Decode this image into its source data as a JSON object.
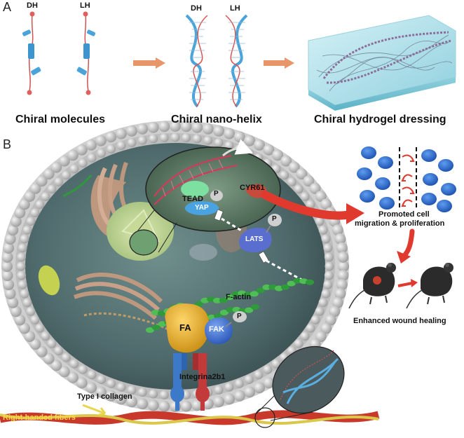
{
  "panel_a": {
    "letter": "A",
    "dh_label": "DH",
    "lh_label": "LH",
    "helix_dh_label": "DH",
    "helix_lh_label": "LH",
    "caption_molecules": "Chiral molecules",
    "caption_helix": "Chiral nano-helix",
    "caption_hydrogel": "Chiral hydrogel dressing"
  },
  "panel_b": {
    "letter": "B",
    "tead": "TEAD",
    "yap": "YAP",
    "p": "P",
    "cyr61": "CYR61",
    "lats": "LATS",
    "factin": "F-actin",
    "fa": "FA",
    "fak": "FAK",
    "integrin": "Integrina2b1",
    "collagen": "Type I collagen",
    "fibers": "Right-handed fibers",
    "promoted_line1": "Promoted cell",
    "promoted_line2": "migration & proliferation",
    "wound": "Enhanced wound healing"
  },
  "colors": {
    "helix_blue": "#4aa3d9",
    "helix_red": "#d9534f",
    "arrow_orange": "#e8956a",
    "big_arrow_red": "#e03a2f",
    "cell_blue": "#1f5fbf",
    "fa_yellow": "#e8b52a",
    "fak_blue": "#3a6fd0",
    "actin_green": "#2f9a3a",
    "gel_cyan": "#a6dbe6"
  }
}
